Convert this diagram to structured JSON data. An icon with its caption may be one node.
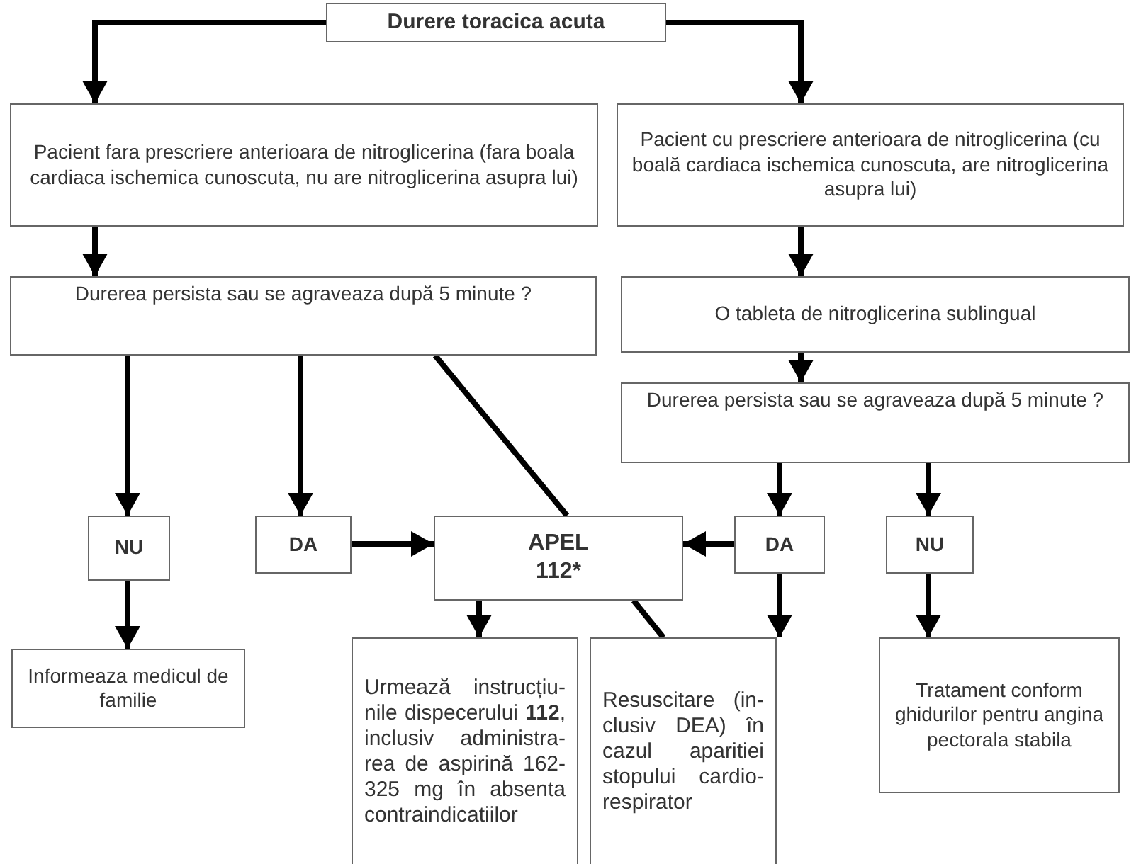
{
  "diagram": {
    "nodes": [
      {
        "text": [
          "Durere toracica acuta"
        ]
      },
      {
        "text": [
          "Pacient fara prescriere anterioara de nitroglicerina (fara boala cardiaca ischemica cunoscuta, nu are nitroglicerina asupra lui)"
        ]
      },
      {
        "text": [
          "Pacient cu prescriere anterioara de nitroglicerina (cu boală cardiaca ischemica cunoscuta, are nitroglicerina asupra lui)"
        ]
      },
      {
        "text": [
          "Durerea persista sau se agraveaza după 5 minute ?"
        ]
      },
      {
        "text": [
          "O tableta de nitroglicerina sublingual"
        ]
      },
      {
        "text": [
          "Durerea persista sau se agraveaza după 5 minute ?"
        ]
      },
      {
        "text": [
          "NU"
        ]
      },
      {
        "text": [
          "DA"
        ]
      },
      {
        "text": [
          "APEL 112*"
        ]
      },
      {
        "text": [
          "DA"
        ]
      },
      {
        "text": [
          "NU"
        ]
      },
      {
        "text": [
          "Informeaza medicul de familie"
        ]
      },
      {
        "text": [
          "Urmează instrucțiu- nile dispecerului **112**, inclusiv administra- rea de aspirină 162- 325 mg în absenta contraindicatiilor"
        ]
      },
      {
        "text": [
          "Resuscitare (in- clusiv DEA) în cazul aparitiei stopului cardio- respirator"
        ]
      },
      {
        "text": [
          "Tratament conform ghidurilor pentru angina pectorala stabila"
        ]
      }
    ],
    "edges": [
      {
        "from": 0,
        "to": 1,
        "arrow": "to"
      },
      {
        "from": 0,
        "to": 2,
        "arrow": "to"
      },
      {
        "from": 1,
        "to": 3,
        "arrow": "to"
      },
      {
        "from": 2,
        "to": 4,
        "arrow": "to"
      },
      {
        "from": 4,
        "to": 5,
        "arrow": "to"
      },
      {
        "from": 3,
        "to": 6,
        "arrow": "to"
      },
      {
        "from": 3,
        "to": 7,
        "arrow": "to"
      },
      {
        "from": 3,
        "to": 8,
        "arrow": "none"
      },
      {
        "from": 7,
        "to": 8,
        "arrow": "to"
      },
      {
        "from": 5,
        "to": 9,
        "arrow": "to"
      },
      {
        "from": 5,
        "to": 10,
        "arrow": "to"
      },
      {
        "from": 9,
        "to": 8,
        "arrow": "to"
      },
      {
        "from": 6,
        "to": 11,
        "arrow": "to"
      },
      {
        "from": 8,
        "to": 12,
        "arrow": "to"
      },
      {
        "from": 8,
        "to": 13,
        "arrow": "none"
      },
      {
        "from": 9,
        "to": 13,
        "arrow": "to"
      },
      {
        "from": 10,
        "to": 14,
        "arrow": "to"
      }
    ]
  }
}
